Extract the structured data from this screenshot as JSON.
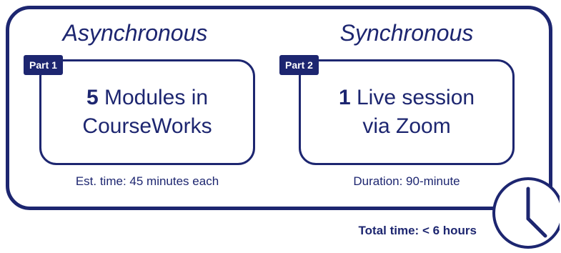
{
  "asynchronous": {
    "title": "Asynchronous",
    "part_label": "Part 1",
    "card_number": "5",
    "card_line1_rest": "Modules in",
    "card_line2": "CourseWorks",
    "note": "Est. time: 45 minutes each"
  },
  "synchronous": {
    "title": "Synchronous",
    "part_label": "Part 2",
    "card_number": "1",
    "card_line1_rest": "Live session",
    "card_line2": "via Zoom",
    "note": "Duration: 90-minute"
  },
  "total": "Total time: < 6 hours",
  "icons": {
    "clock": "clock-icon"
  },
  "colors": {
    "primary": "#1d2670",
    "background": "#ffffff"
  }
}
